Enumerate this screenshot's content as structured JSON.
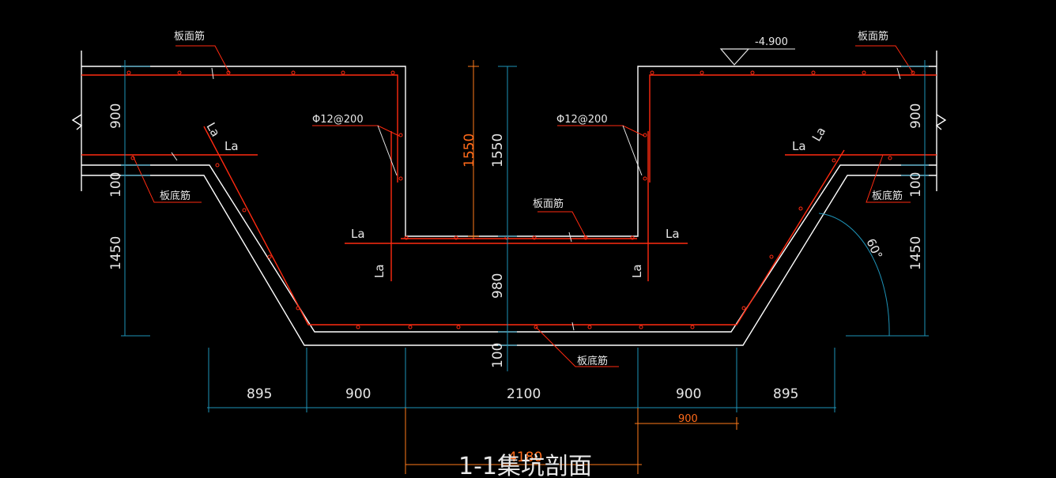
{
  "colors": {
    "background": "#000000",
    "concrete_outline": "#ffffff",
    "rebar": "#ff2a10",
    "dimension": "#1e93b8",
    "annotation_orange": "#ff7a1a"
  },
  "labels": {
    "top_left_rebar": "板面筋",
    "top_right_rebar": "板面筋",
    "pit_bottom_top_rebar": "板面筋",
    "left_bottom_rebar": "板底筋",
    "right_bottom_rebar": "板底筋",
    "center_bottom_rebar": "板底筋",
    "left_wall_bar": "Φ12@200",
    "right_wall_bar": "Φ12@200",
    "level_mark": "-4.900",
    "la": "La"
  },
  "dims": {
    "slab_thickness": "900",
    "cover": "100",
    "depth": "1450",
    "pit_height_white": "1550",
    "pit_height_orange": "1550",
    "inner_depth": "980",
    "bottom_thickness": "100",
    "seg_left_edge": "895",
    "seg_left_slope": "900",
    "seg_center": "2100",
    "seg_right_slope": "900",
    "seg_right_edge": "895",
    "orange_small": "900",
    "orange_total": "4180",
    "angle": "60°"
  },
  "title": "1-1集坑剖面"
}
